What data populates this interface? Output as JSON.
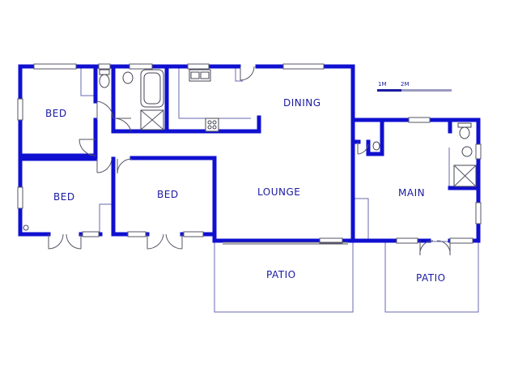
{
  "rooms": {
    "bed_1": "BED",
    "bed_2": "BED",
    "bed_3": "BED",
    "dining": "DINING",
    "lounge": "LOUNGE",
    "main": "MAIN",
    "patio_left": "PATIO",
    "patio_right": "PATIO"
  },
  "scale_bar": {
    "mark_1": "1M",
    "mark_2": "2M"
  },
  "colors": {
    "wall": "#1010d0",
    "label": "#1a1aa0"
  }
}
